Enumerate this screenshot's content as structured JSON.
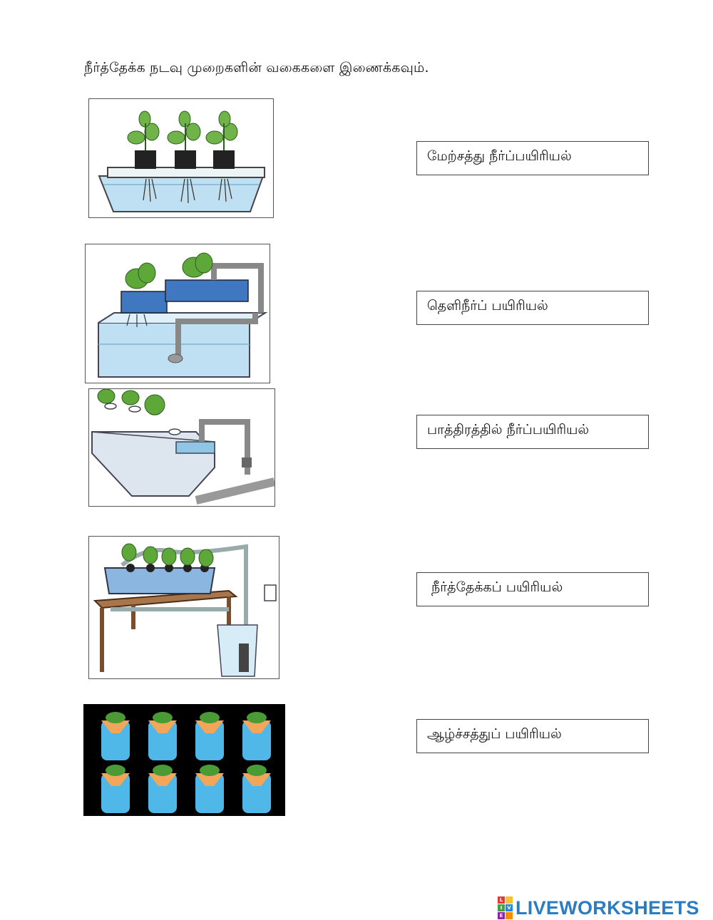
{
  "instruction": "நீர்த்தேக்க நடவு முறைகளின் வகைகளை இணைக்கவும்.",
  "pictures": [
    {
      "name": "wick-system-picture",
      "icon": "floating-raft-hydroponics"
    },
    {
      "name": "ebb-flow-picture",
      "icon": "ebb-and-flow-hydroponics"
    },
    {
      "name": "nft-channel-picture",
      "icon": "nutrient-film-hydroponics"
    },
    {
      "name": "table-system-picture",
      "icon": "drip-table-hydroponics"
    },
    {
      "name": "bottle-system-picture",
      "icon": "bottle-wick-hydroponics"
    }
  ],
  "answers": [
    "மேற்சத்து நீர்ப்பயிரியல்",
    "தெளிநீர்ப் பயிரியல்",
    "பாத்திரத்தில் நீர்ப்பயிரியல்",
    " நீர்த்தேக்கப் பயிரியல்",
    "ஆழ்ச்சத்துப் பயிரியல்"
  ],
  "logo": {
    "text": "LIVEWORKSHEETS",
    "cube_letters": [
      "L",
      "I",
      "V",
      "E"
    ],
    "colors": {
      "brand": "#2b7cc0",
      "cube": [
        "#e53935",
        "#fbc02d",
        "#43a047",
        "#1e88e5",
        "#8e24aa",
        "#fb8c00"
      ]
    }
  }
}
